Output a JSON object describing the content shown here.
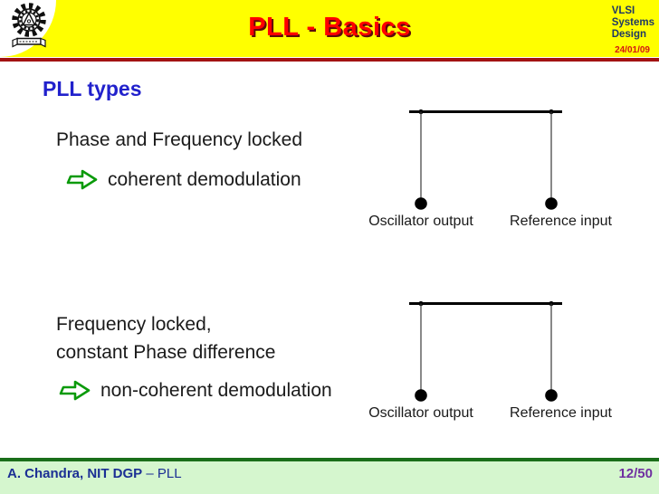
{
  "header": {
    "title": "PLL - Basics",
    "course": [
      "VLSI",
      "Systems",
      "Design"
    ],
    "date": "24/01/09",
    "logo": "nit-dgp-institute-emblem-icon"
  },
  "content": {
    "heading": "PLL types",
    "section_phase_locked": {
      "text": "Phase and Frequency locked",
      "bullet_icon": "green-right-arrow-icon",
      "bullet_text": "coherent demodulation"
    },
    "section_freq_locked": {
      "text_line1": "Frequency locked,",
      "text_line2": "constant Phase difference",
      "bullet_icon": "green-right-arrow-icon",
      "bullet_text": "non-coherent demodulation"
    },
    "pendulum_diagrams": [
      {
        "left_label": "Oscillator output",
        "right_label": "Reference input"
      },
      {
        "left_label": "Oscillator output",
        "right_label": "Reference input"
      }
    ]
  },
  "footer": {
    "author": "A. Chandra, NIT DGP",
    "topic": " – PLL",
    "page": "12/50"
  },
  "colors": {
    "header_bg": "#FFFF00",
    "title_red": "#FF0000",
    "header_rule_red": "#A21212",
    "course_navy": "#1F3864",
    "date_red": "#D41414",
    "heading_blue": "#2121CC",
    "body_text": "#1A1A1A",
    "arrow_green": "#0A9A0A",
    "diagram_black": "#000000",
    "footer_bg": "#D5F6CE",
    "footer_rule_green": "#1A6E1A",
    "footer_text_navy": "#1B2F94",
    "page_num_purple": "#7030A0"
  }
}
